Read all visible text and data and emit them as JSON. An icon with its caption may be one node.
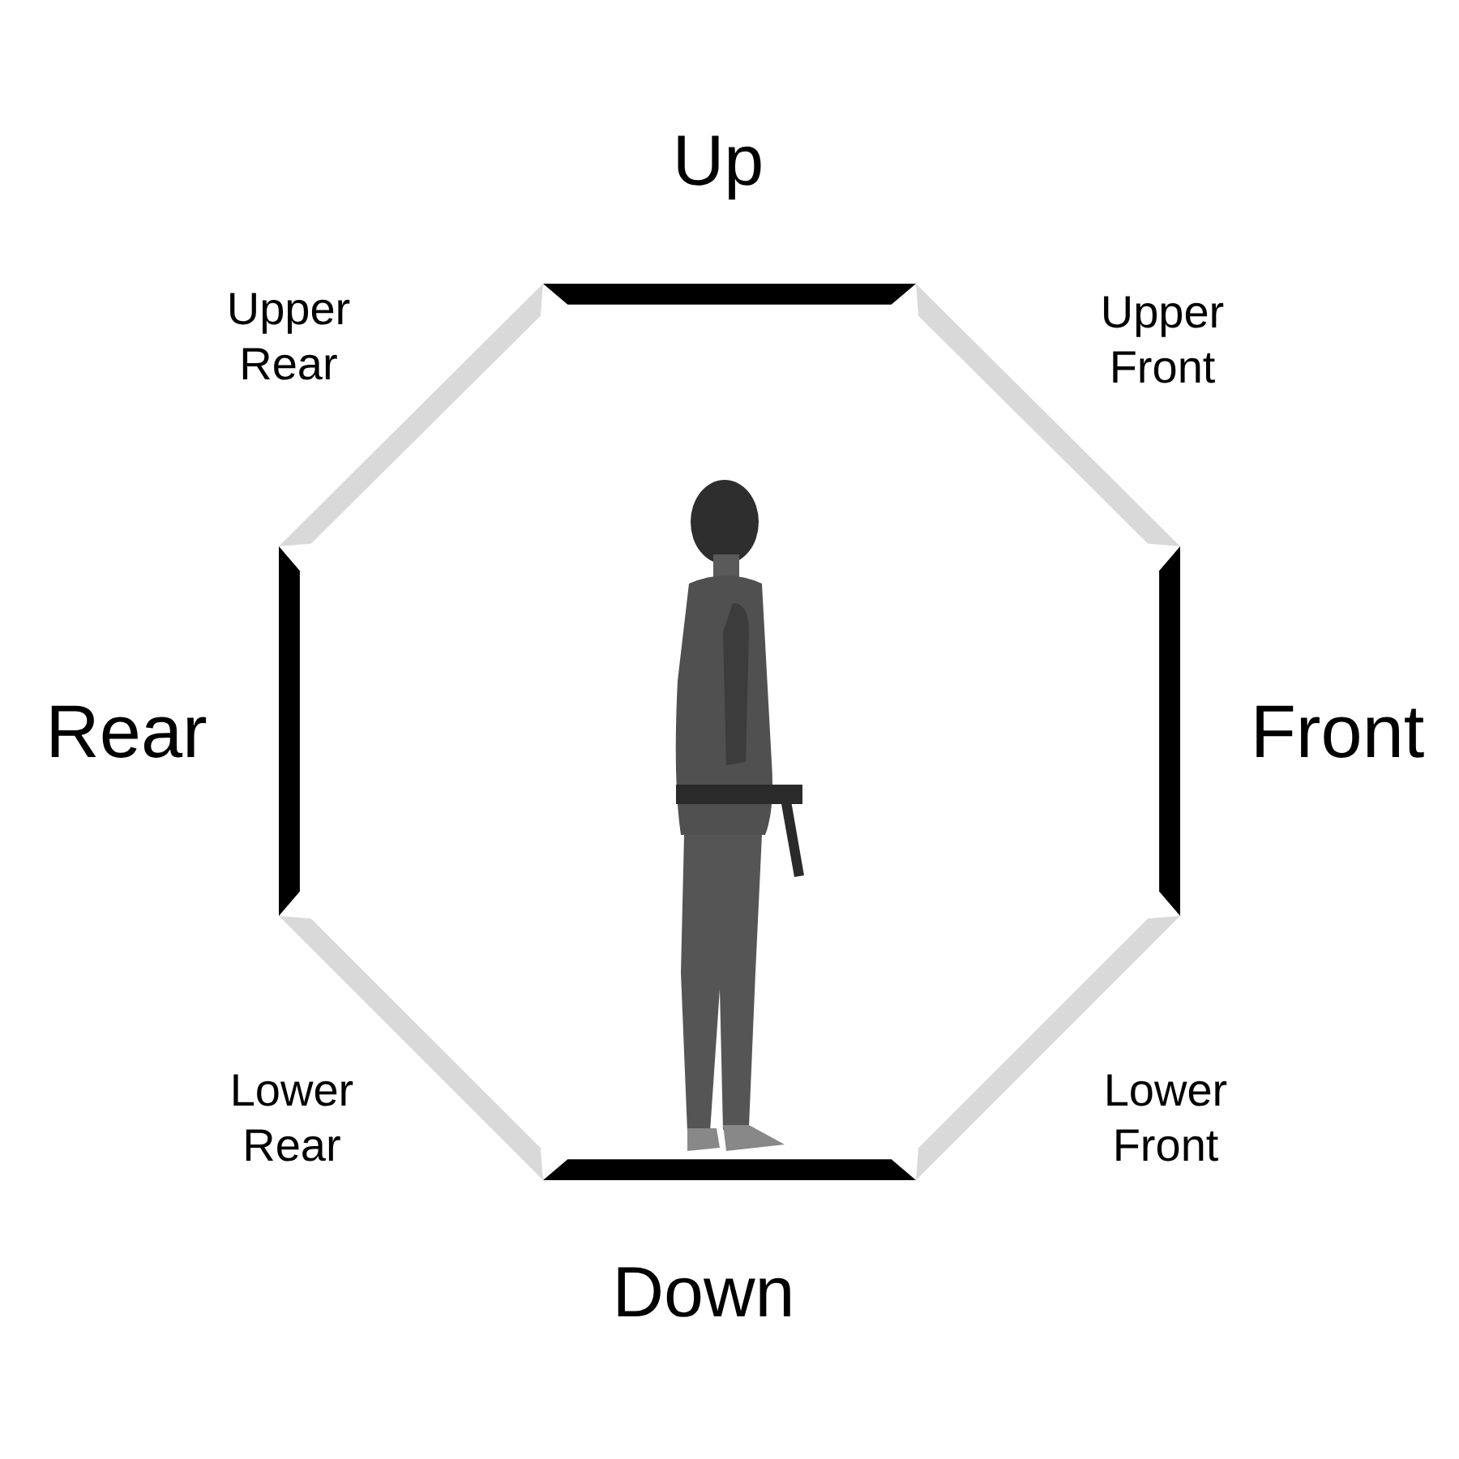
{
  "diagram": {
    "labels": [
      "Up",
      "Upper Rear",
      "Upper Front",
      "Rear",
      "Front",
      "Lower Rear",
      "Lower Front",
      "Down"
    ]
  }
}
